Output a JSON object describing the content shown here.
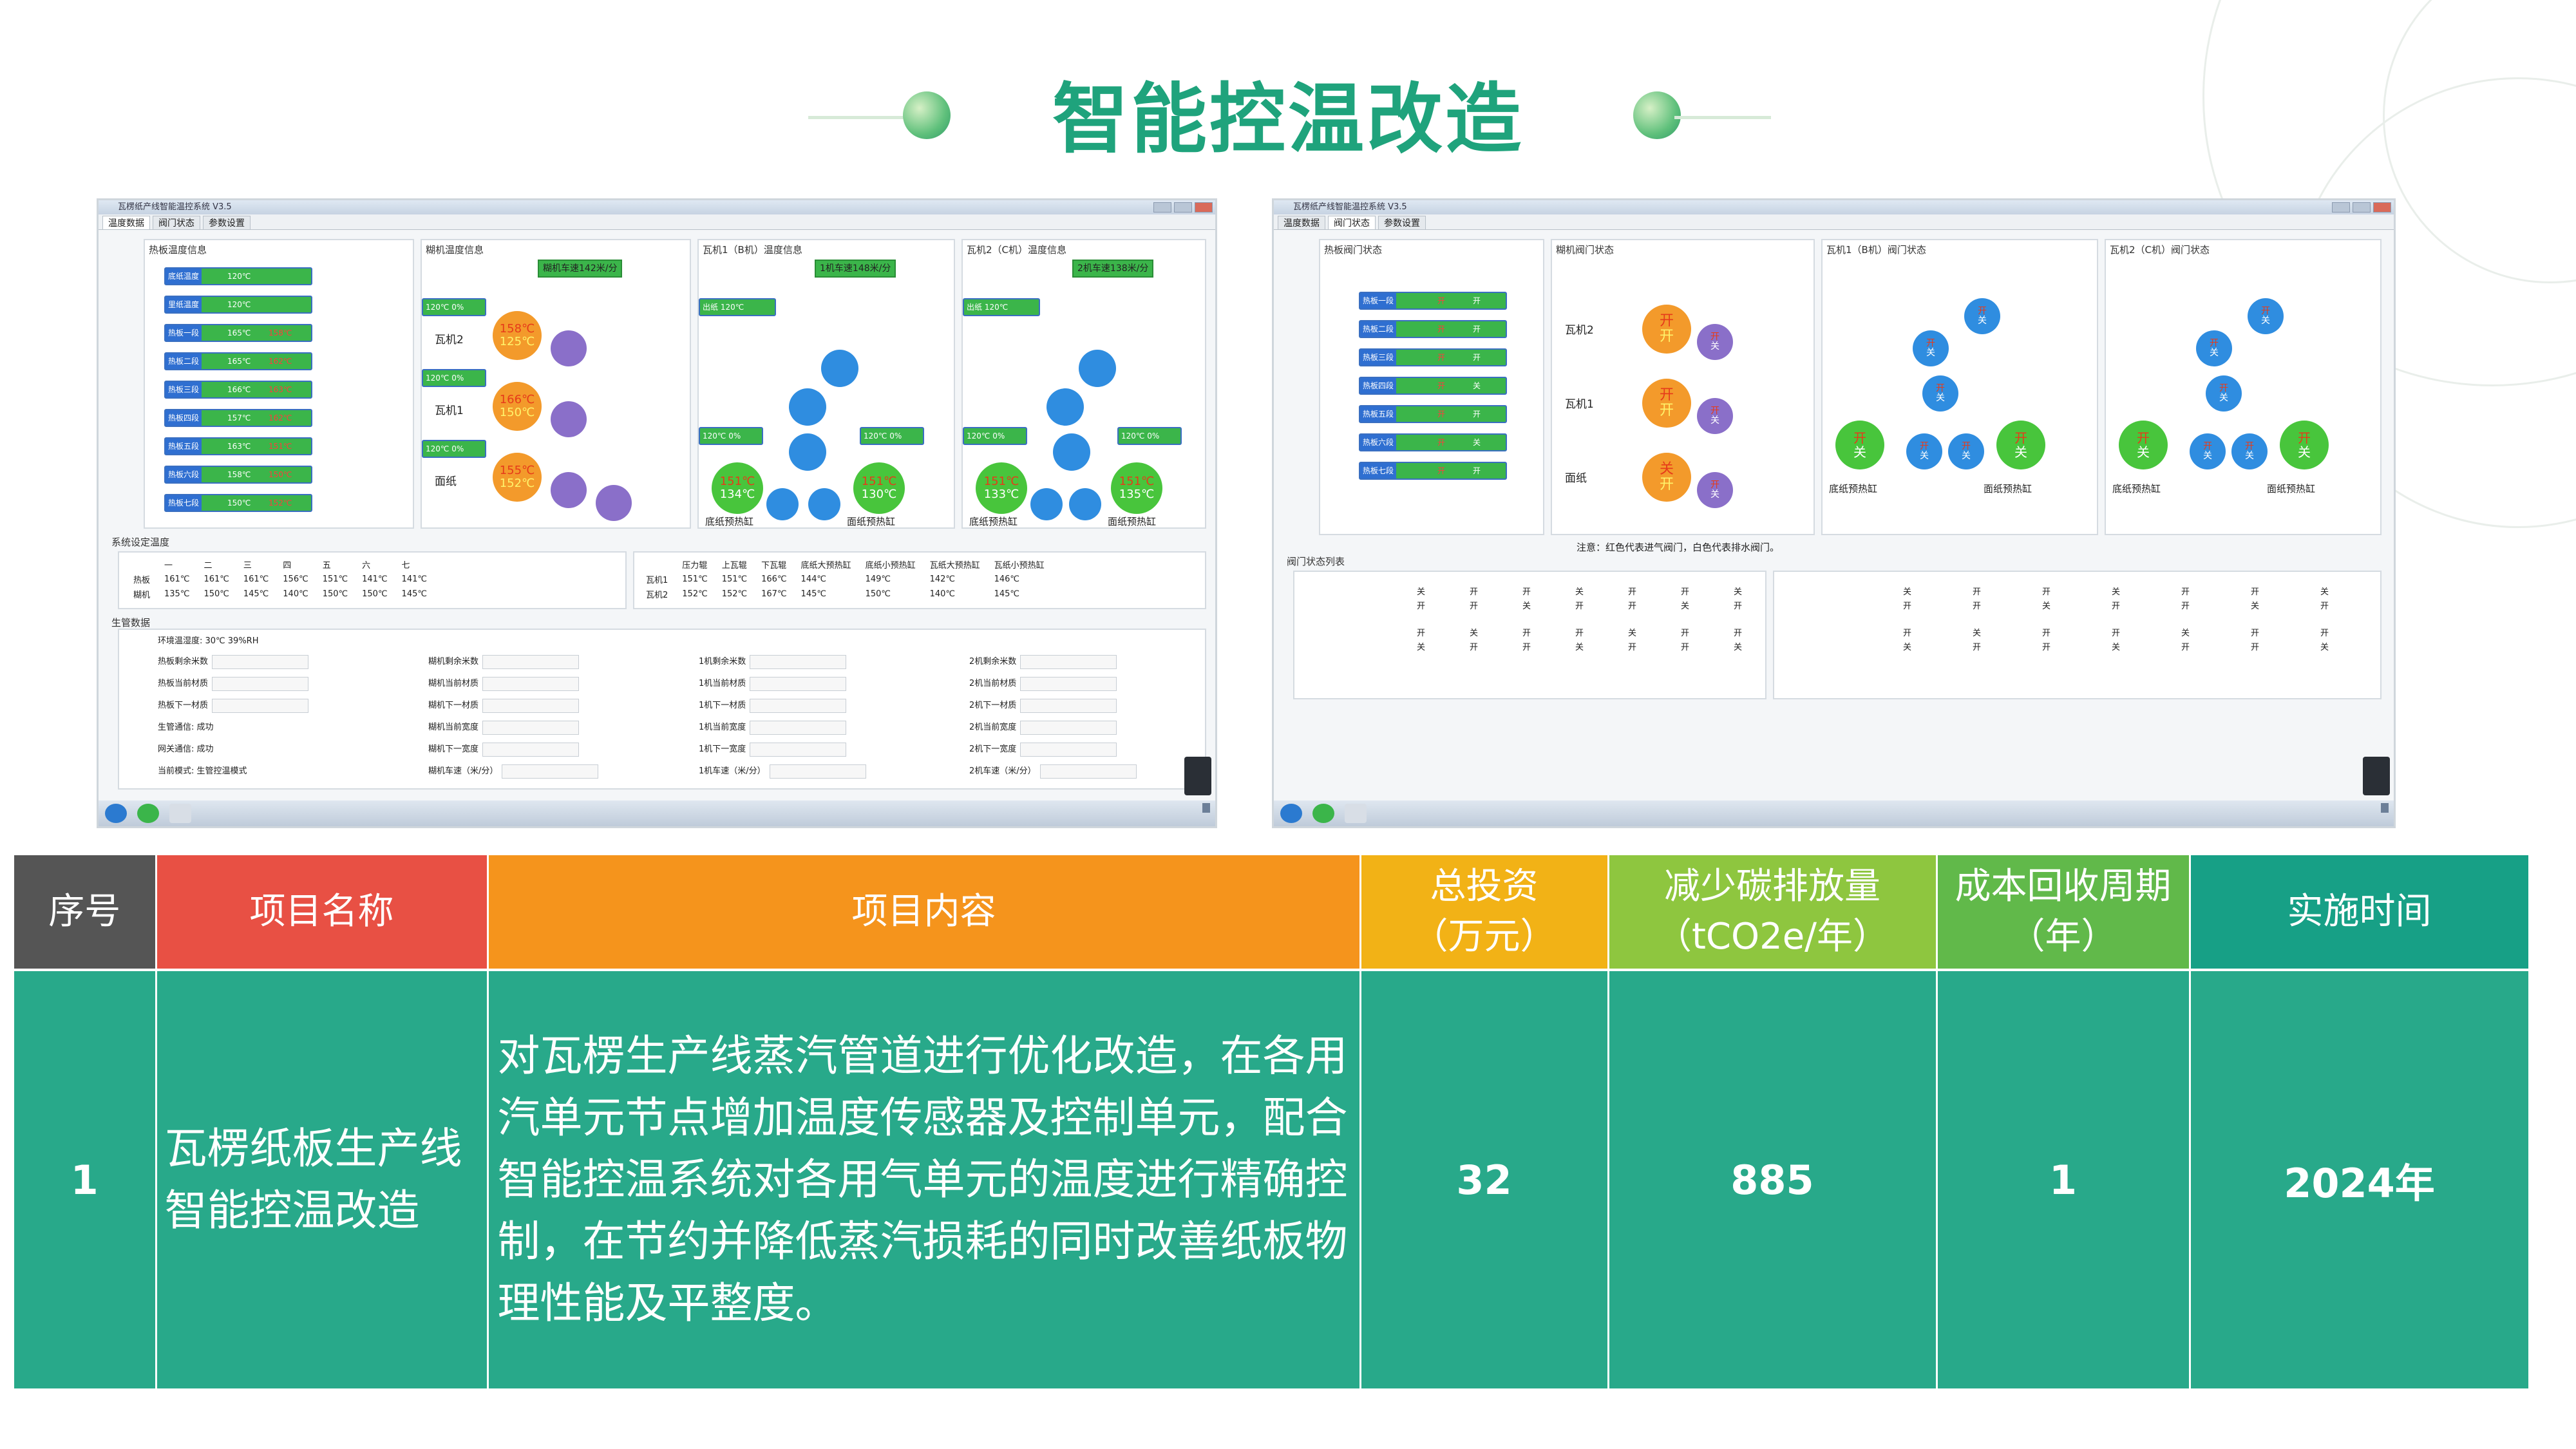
{
  "title": "智能控温改造",
  "colors": {
    "title_green": "#1fa37c",
    "table_teal": "#28a98a",
    "h_index": "#555555",
    "h_name": "#e85044",
    "h_content": "#f5941c",
    "h_invest": "#f2b216",
    "h_carbon": "#8ec63f",
    "h_payback": "#61b94a",
    "h_time": "#17a086"
  },
  "screens": {
    "left": {
      "window_title": "瓦楞纸产线智能温控系统 V3.5",
      "tabs": [
        "温度数据",
        "阀门状态",
        "参数设置"
      ],
      "sec_hotplate": "热板温度信息",
      "sec_glue": "糊机温度信息",
      "sec_corr1": "瓦机1（B机）温度信息",
      "sec_corr2": "瓦机2（C机）温度信息",
      "hotplate_bars": [
        {
          "label": "底纸温度",
          "v1": "120℃",
          "v2": ""
        },
        {
          "label": "里纸温度",
          "v1": "120℃",
          "v2": ""
        },
        {
          "label": "热板一段",
          "v1": "165℃",
          "v2": "158℃"
        },
        {
          "label": "热板二段",
          "v1": "165℃",
          "v2": "162℃"
        },
        {
          "label": "热板三段",
          "v1": "166℃",
          "v2": "163℃"
        },
        {
          "label": "热板四段",
          "v1": "157℃",
          "v2": "162℃"
        },
        {
          "label": "热板五段",
          "v1": "163℃",
          "v2": "151℃"
        },
        {
          "label": "热板六段",
          "v1": "158℃",
          "v2": "150℃"
        },
        {
          "label": "热板七段",
          "v1": "150℃",
          "v2": "152℃"
        }
      ],
      "glue_speed": "糊机车速142米/分",
      "glue_rows": [
        "120℃ 0%",
        "120℃ 0%",
        "120℃ 0%"
      ],
      "glue_labels": [
        "瓦机2",
        "瓦机1",
        "面纸"
      ],
      "glue_circles": [
        {
          "a": "158℃",
          "b": "125℃"
        },
        {
          "a": "166℃",
          "b": "150℃"
        },
        {
          "a": "155℃",
          "b": "152℃"
        }
      ],
      "corr1_speed": "1机车速148米/分",
      "corr1_outlet": "出纸 120℃",
      "corr1_rows": [
        "120℃ 0%",
        "120℃ 0%"
      ],
      "corr1_big": [
        {
          "a": "151℃",
          "b": "134℃"
        },
        {
          "a": "151℃",
          "b": "130℃"
        }
      ],
      "corr2_speed": "2机车速138米/分",
      "corr2_outlet": "出纸 120℃",
      "corr2_rows": [
        "120℃ 0%",
        "120℃ 0%"
      ],
      "corr2_big": [
        {
          "a": "151℃",
          "b": "133℃"
        },
        {
          "a": "151℃",
          "b": "135℃"
        }
      ],
      "preheat_labels": [
        "底纸预热缸",
        "面纸预热缸"
      ],
      "sec_setpoint": "系统设定温度",
      "set_header": [
        "",
        "一",
        "二",
        "三",
        "四",
        "五",
        "六",
        "七"
      ],
      "set_rows": [
        [
          "热板",
          "161℃",
          "161℃",
          "161℃",
          "156℃",
          "151℃",
          "141℃",
          "141℃"
        ],
        [
          "糊机",
          "135℃",
          "150℃",
          "145℃",
          "140℃",
          "150℃",
          "150℃",
          "145℃"
        ]
      ],
      "set2_header": [
        "",
        "压力辊",
        "上瓦辊",
        "下瓦辊",
        "底纸大预热缸",
        "底纸小预热缸",
        "瓦纸大预热缸",
        "瓦纸小预热缸"
      ],
      "set2_rows": [
        [
          "瓦机1",
          "151℃",
          "151℃",
          "166℃",
          "144℃",
          "149℃",
          "142℃",
          "146℃"
        ],
        [
          "瓦机2",
          "152℃",
          "152℃",
          "167℃",
          "145℃",
          "150℃",
          "140℃",
          "145℃"
        ]
      ],
      "sec_prod": "生管数据",
      "env": "环境温湿度: 30℃  39%RH",
      "prod_col1": [
        "热板剩余米数",
        "热板当前材质",
        "热板下一材质",
        "生管通信: 成功",
        "网关通信: 成功",
        "当前模式: 生管控温模式"
      ],
      "prod_col2": [
        "糊机剩余米数",
        "糊机当前材质",
        "糊机下一材质",
        "糊机当前宽度",
        "糊机下一宽度",
        "糊机车速（米/分）"
      ],
      "prod_col3": [
        "1机剩余米数",
        "1机当前材质",
        "1机下一材质",
        "1机当前宽度",
        "1机下一宽度",
        "1机车速（米/分）"
      ],
      "prod_col4": [
        "2机剩余米数",
        "2机当前材质",
        "2机下一材质",
        "2机当前宽度",
        "2机下一宽度",
        "2机车速（米/分）"
      ]
    },
    "right": {
      "window_title": "瓦楞纸产线智能温控系统 V3.5",
      "tabs": [
        "温度数据",
        "阀门状态",
        "参数设置"
      ],
      "sec_hotplate": "热板阀门状态",
      "sec_glue": "糊机阀门状态",
      "sec_corr1": "瓦机1（B机）阀门状态",
      "sec_corr2": "瓦机2（C机）阀门状态",
      "valve_bars": [
        "热板一段",
        "热板二段",
        "热板三段",
        "热板四段",
        "热板五段",
        "热板六段",
        "热板七段"
      ],
      "glue_labels": [
        "瓦机2",
        "瓦机1",
        "面纸"
      ],
      "preheat_labels": [
        "底纸预热缸",
        "面纸预热缸"
      ],
      "note": "注意：红色代表进气阀门，白色代表排水阀门。",
      "sec_valve_list": "阀门状态列表",
      "open": "开",
      "close": "关"
    }
  },
  "table": {
    "headers": [
      "序号",
      "项目名称",
      "项目内容",
      "总投资（万元）",
      "减少碳排放量（tCO2e/年）",
      "成本回收周期（年）",
      "实施时间"
    ],
    "header_lines": [
      [
        "序号"
      ],
      [
        "项目名称"
      ],
      [
        "项目内容"
      ],
      [
        "总投资",
        "（万元）"
      ],
      [
        "减少碳排放量",
        "（tCO2e/年）"
      ],
      [
        "成本回收周期",
        "（年）"
      ],
      [
        "实施时间"
      ]
    ],
    "row": {
      "index": "1",
      "name": "瓦楞纸板生产线智能控温改造",
      "content": "对瓦楞生产线蒸汽管道进行优化改造，在各用汽单元节点增加温度传感器及控制单元，配合智能控温系统对各用气单元的温度进行精确控制，在节约并降低蒸汽损耗的同时改善纸板物理性能及平整度。",
      "investment": "32",
      "carbon_reduction": "885",
      "payback": "1",
      "time": "2024年"
    }
  }
}
